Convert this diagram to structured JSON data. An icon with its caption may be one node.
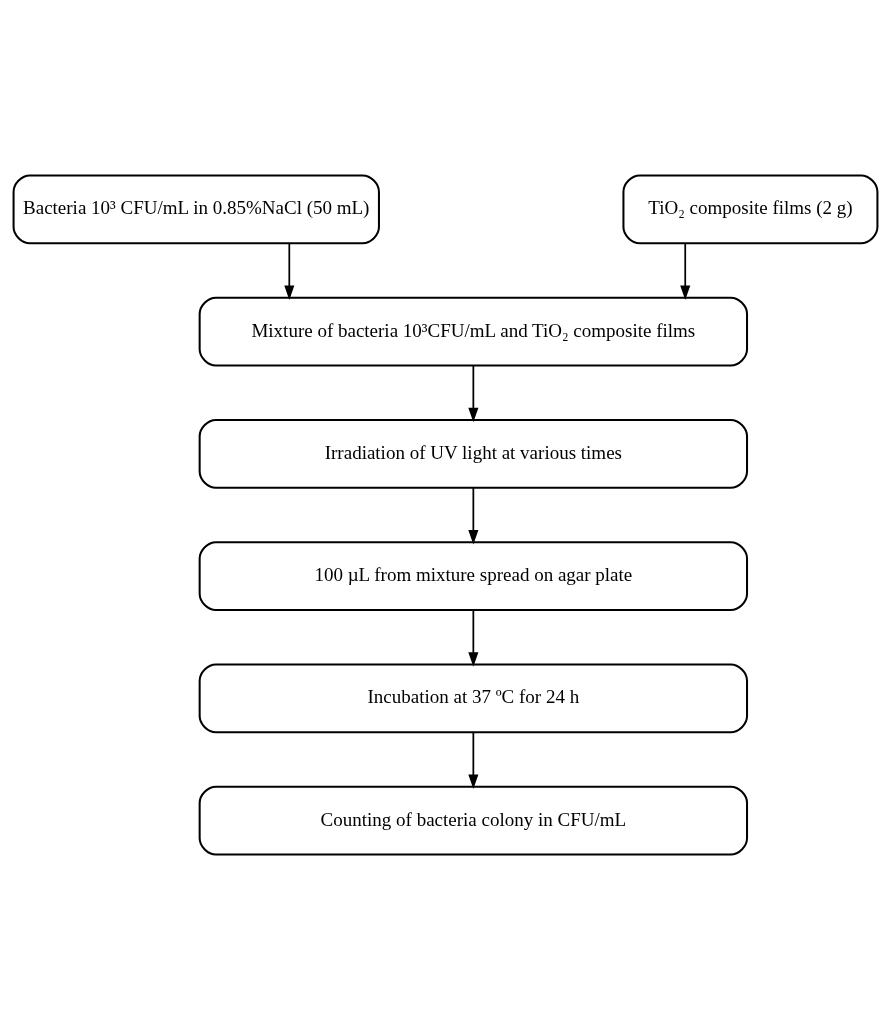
{
  "diagram": {
    "nodes": [
      {
        "text": [
          "Bacteria 10³ CFU/mL in 0.85%NaCl (50 mL)"
        ]
      },
      {
        "text": [
          "TiO₂ composite films (2 g)"
        ]
      },
      {
        "text": [
          "Mixture of bacteria 10³CFU/mL and TiO₂ composite films"
        ]
      },
      {
        "text": [
          "Irradiation of UV light at various times"
        ]
      },
      {
        "text": [
          "100 µL from mixture spread on agar plate"
        ]
      },
      {
        "text": [
          "Incubation at 37 ºC for 24 h"
        ]
      },
      {
        "text": [
          "Counting of bacteria colony in CFU/mL"
        ]
      }
    ],
    "edges": [
      {
        "from": 0,
        "to": 2,
        "arrow": "to"
      },
      {
        "from": 1,
        "to": 2,
        "arrow": "to"
      },
      {
        "from": 2,
        "to": 3,
        "arrow": "to"
      },
      {
        "from": 3,
        "to": 4,
        "arrow": "to"
      },
      {
        "from": 4,
        "to": 5,
        "arrow": "to"
      },
      {
        "from": 5,
        "to": 6,
        "arrow": "to"
      }
    ]
  }
}
